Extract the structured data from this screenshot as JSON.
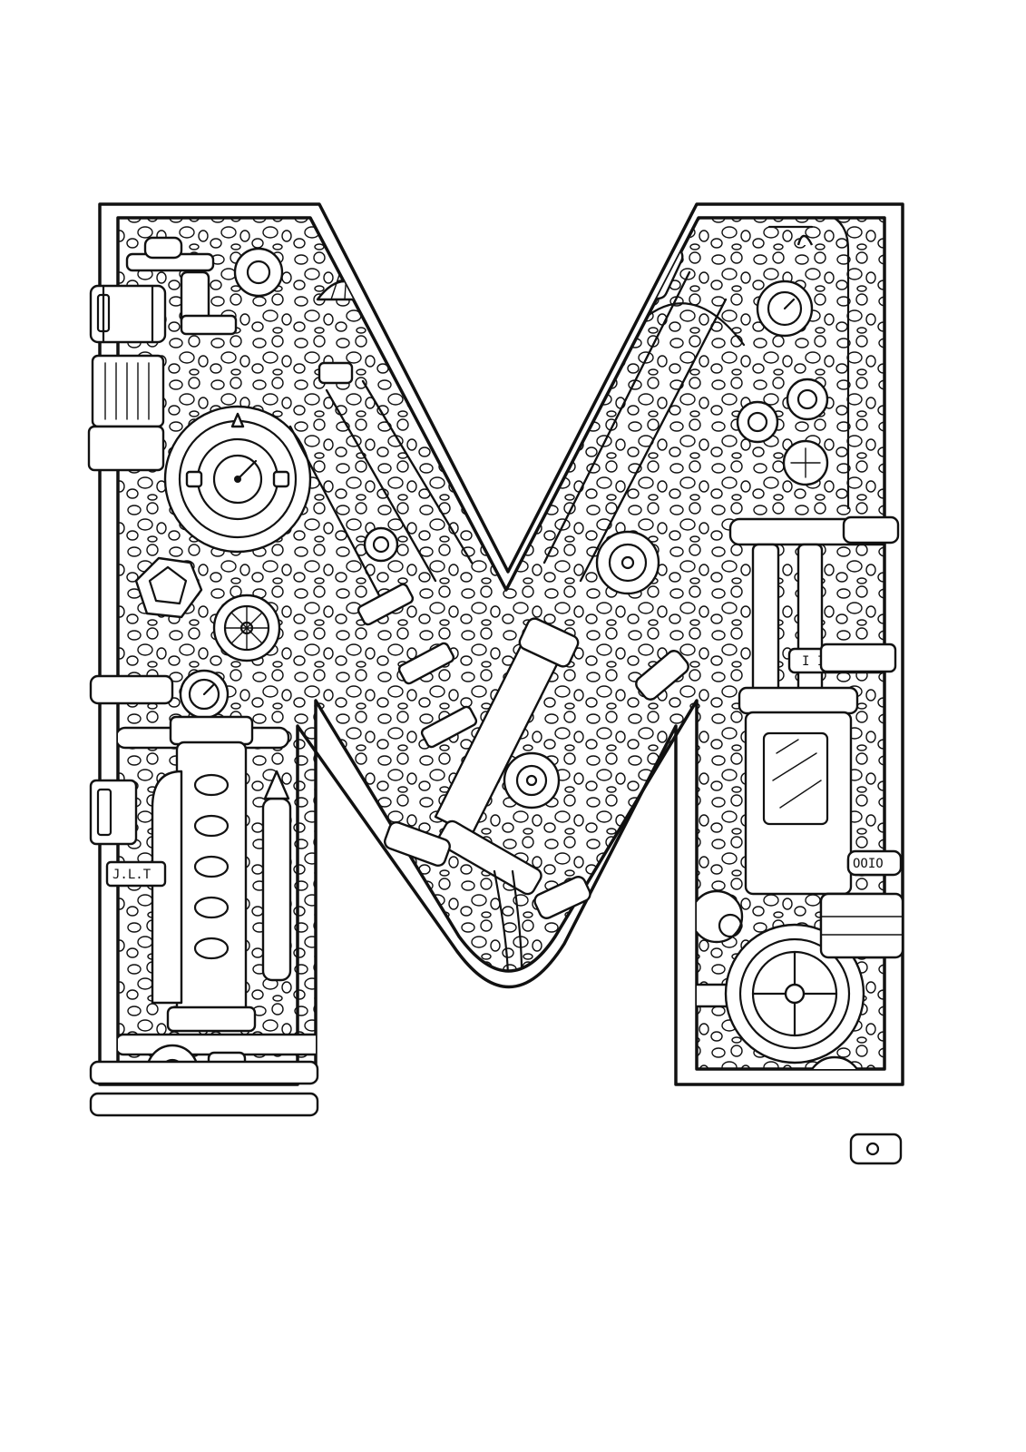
{
  "colors": {
    "ink": "#111111",
    "paper": "#ffffff"
  },
  "labels": {
    "left_plate": "J.L.T",
    "right_plate_upper": "I IE IC",
    "right_plate_lower": "OOIO"
  }
}
